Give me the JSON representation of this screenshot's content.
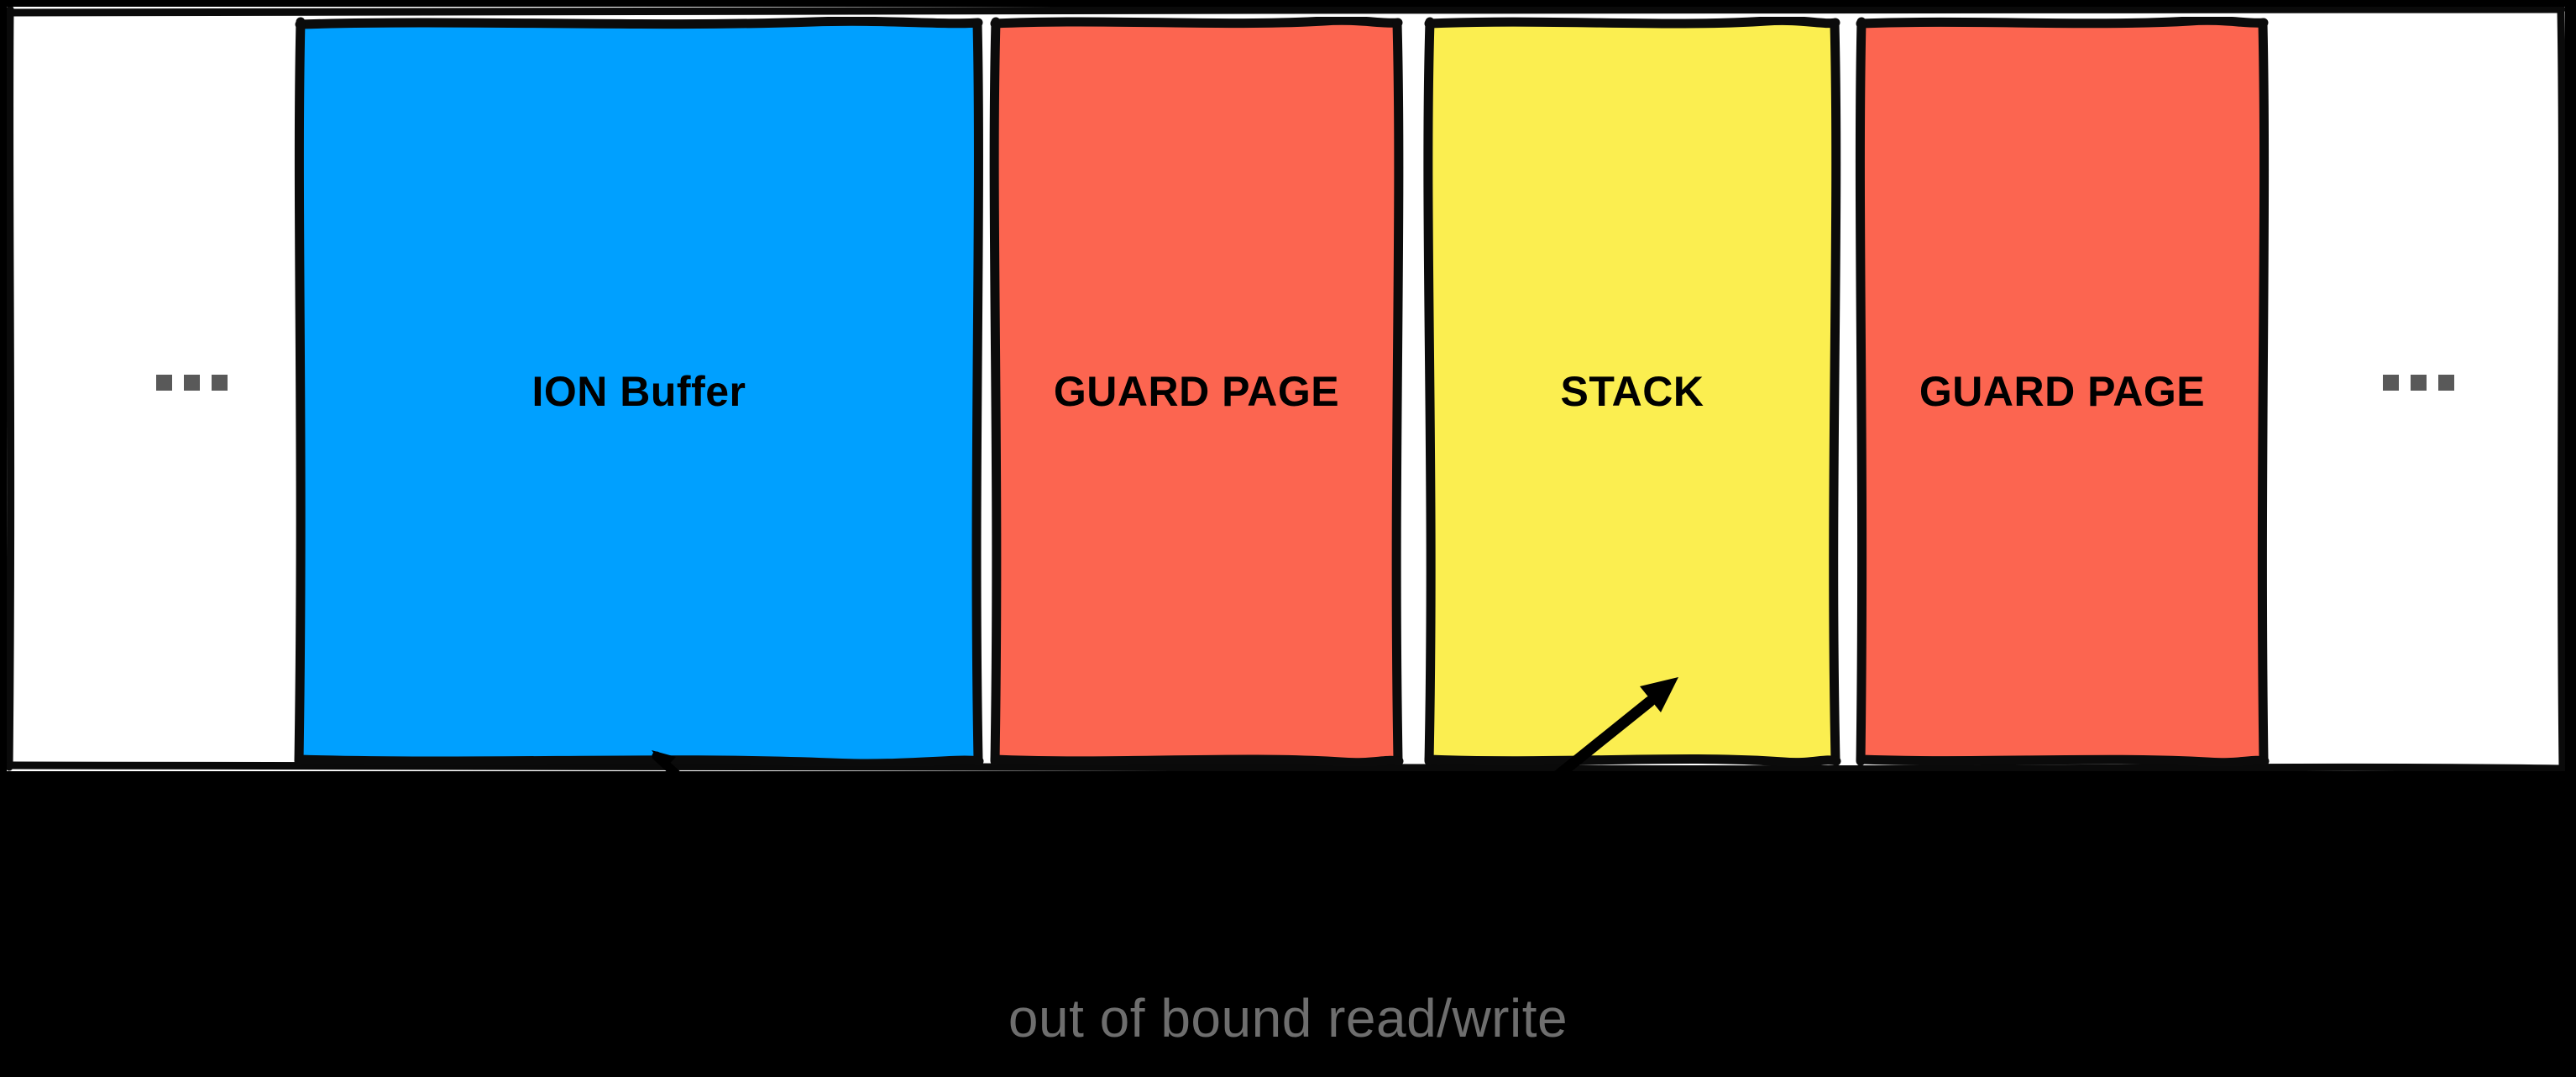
{
  "diagram": {
    "title": "memory-layout-overflow-diagram",
    "background_color": "#000000",
    "panel_color": "#ffffff",
    "caption": "out of bound read/write",
    "caption_color": "#6e6e6e",
    "ellipsis_left": "...",
    "ellipsis_right": "...",
    "ellipsis_color": "#595959",
    "regions": [
      {
        "id": "ion-buffer",
        "label": "ION Buffer",
        "color": "#00a0ff"
      },
      {
        "id": "guard-page-left",
        "label": "GUARD PAGE",
        "color": "#fc6550"
      },
      {
        "id": "stack",
        "label": "STACK",
        "color": "#fbee50"
      },
      {
        "id": "guard-page-right",
        "label": "GUARD PAGE",
        "color": "#fc6550"
      }
    ],
    "annotations": [
      {
        "id": "overflow-source-arrow",
        "target": "ion-buffer",
        "direction": "up-left"
      },
      {
        "id": "overflow-target-arrow",
        "target": "stack",
        "direction": "up-right"
      }
    ]
  }
}
